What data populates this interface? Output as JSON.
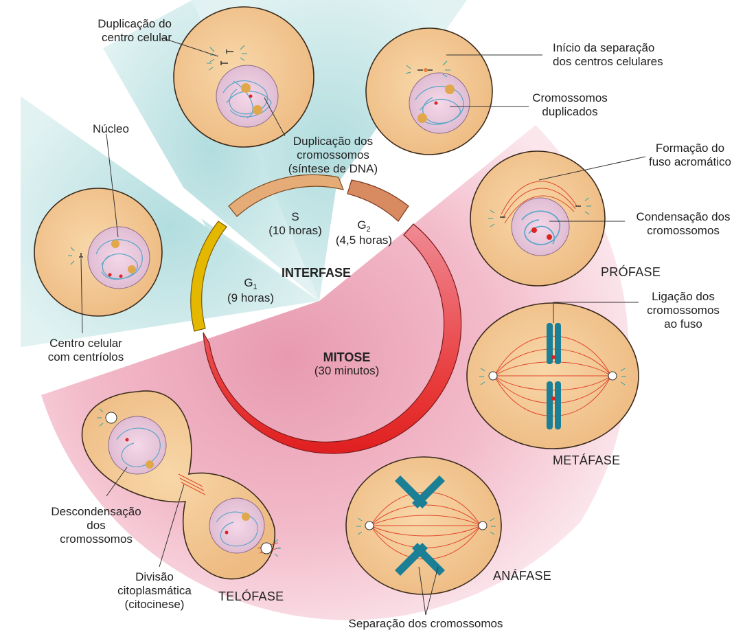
{
  "cycle": {
    "interphase": "INTERFASE",
    "mitosis": {
      "name": "MITOSE",
      "duration": "(30 minutos)"
    },
    "g1": {
      "name": "G",
      "sub": "1",
      "duration": "(9 horas)"
    },
    "s": {
      "name": "S",
      "duration": "(10 horas)"
    },
    "g2": {
      "name": "G",
      "sub": "2",
      "duration": "(4,5 horas)"
    }
  },
  "labels": {
    "centrosome_dup_1": "Duplicação do",
    "centrosome_dup_2": "centro celular",
    "chrom_dup_1": "Duplicação dos",
    "chrom_dup_2": "cromossomos",
    "chrom_dup_3": "(síntese de DNA)",
    "sep_start_1": "Início da separação",
    "sep_start_2": "dos centros celulares",
    "dup_chrom_1": "Cromossomos",
    "dup_chrom_2": "duplicados",
    "nucleus": "Núcleo",
    "centrosome_1": "Centro celular",
    "centrosome_2": "com centríolos",
    "spindle_1": "Formação do",
    "spindle_2": "fuso acromático",
    "condense_1": "Condensação dos",
    "condense_2": "cromossomos",
    "attach_1": "Ligação dos",
    "attach_2": "cromossomos",
    "attach_3": "ao fuso",
    "decondense_1": "Descondensação",
    "decondense_2": "dos",
    "decondense_3": "cromossomos",
    "cytokinesis_1": "Divisão",
    "cytokinesis_2": "citoplasmática",
    "cytokinesis_3": "(citocinese)",
    "separation": "Separação dos cromossomos"
  },
  "phases": {
    "prophase": "PRÓFASE",
    "metaphase": "METÁFASE",
    "anaphase": "ANÁFASE",
    "telophase": "TELÓFASE"
  },
  "colors": {
    "cell_fill": "#f3c995",
    "cell_stroke": "#3a2a1a",
    "nucleus_fill": "#e9c9dc",
    "chromatin": "#5fa7c8",
    "interphase_bg": "#bfe3e4",
    "mitosis_bg": "#f4b6c4",
    "g1_arc": "#e5b800",
    "s_arc": "#e6ac78",
    "g2_arc": "#d88a60",
    "spindle": "#e0472a",
    "chromosome": "#1b7f96"
  }
}
